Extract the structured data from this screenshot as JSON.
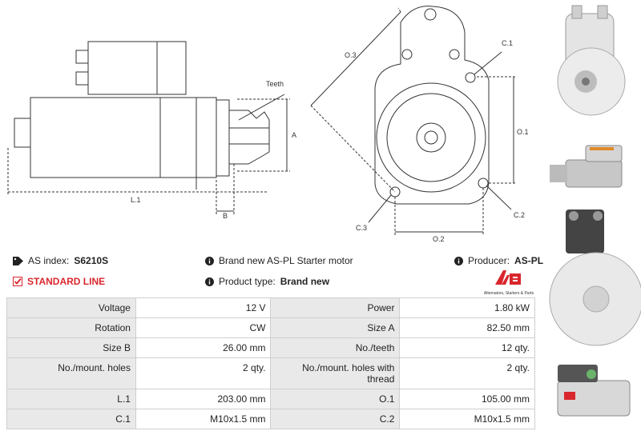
{
  "diagram": {
    "labels": {
      "teeth": "Teeth",
      "a": "A",
      "b": "B",
      "l1": "L.1",
      "o3": "O.3",
      "c1": "C.1",
      "o1": "O.1",
      "c2": "C.2",
      "c3": "C.3",
      "o2": "O.2"
    }
  },
  "info": {
    "as_index_label": "AS index:",
    "as_index_value": "S6210S",
    "description": "Brand new AS-PL Starter motor",
    "producer_label": "Producer:",
    "producer_value": "AS-PL",
    "standard_line": "STANDARD LINE",
    "product_type_label": "Product type:",
    "product_type_value": "Brand new",
    "logo_tagline": "Alternators, Starters & Parts"
  },
  "colors": {
    "accent_red": "#d9262c",
    "table_label_bg": "#e9e9e9"
  },
  "specs": {
    "rows": [
      {
        "l1": "Voltage",
        "v1": "12 V",
        "l2": "Power",
        "v2": "1.80 kW"
      },
      {
        "l1": "Rotation",
        "v1": "CW",
        "l2": "Size A",
        "v2": "82.50 mm"
      },
      {
        "l1": "Size B",
        "v1": "26.00 mm",
        "l2": "No./teeth",
        "v2": "12 qty."
      },
      {
        "l1": "No./mount. holes",
        "v1": "2 qty.",
        "l2": "No./mount. holes with thread",
        "v2": "2 qty."
      },
      {
        "l1": "L.1",
        "v1": "203.00 mm",
        "l2": "O.1",
        "v2": "105.00 mm"
      },
      {
        "l1": "C.1",
        "v1": "M10x1.5 mm",
        "l2": "C.2",
        "v2": "M10x1.5 mm"
      }
    ]
  }
}
